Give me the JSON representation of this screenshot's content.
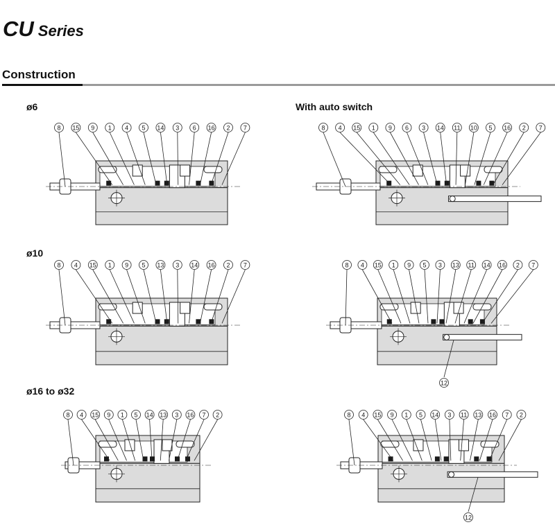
{
  "title": {
    "main": "CU",
    "sub": "Series"
  },
  "section": "Construction",
  "colors": {
    "body": "#dcdcdc",
    "dark": "#1a1a1a",
    "line": "#222222",
    "rule": "#9a9a9a"
  },
  "diagrams": [
    {
      "id": "d6",
      "label": "ø6",
      "callouts": [
        "8",
        "15",
        "9",
        "1",
        "4",
        "5",
        "14",
        "3",
        "6",
        "16",
        "2",
        "7"
      ],
      "extra": []
    },
    {
      "id": "d6a",
      "label": "With auto switch",
      "callouts": [
        "8",
        "4",
        "15",
        "1",
        "9",
        "6",
        "3",
        "14",
        "11",
        "10",
        "5",
        "16",
        "2",
        "7"
      ],
      "extra": []
    },
    {
      "id": "d10",
      "label": "ø10",
      "callouts": [
        "8",
        "4",
        "15",
        "1",
        "9",
        "5",
        "13",
        "3",
        "14",
        "16",
        "2",
        "7"
      ],
      "extra": []
    },
    {
      "id": "d10a",
      "label": "",
      "callouts": [
        "8",
        "4",
        "15",
        "1",
        "9",
        "5",
        "3",
        "13",
        "11",
        "14",
        "16",
        "2",
        "7"
      ],
      "extra": [
        "12"
      ]
    },
    {
      "id": "d16",
      "label": "ø16 to ø32",
      "callouts": [
        "8",
        "4",
        "15",
        "9",
        "1",
        "5",
        "14",
        "13",
        "3",
        "16",
        "7",
        "2"
      ],
      "extra": []
    },
    {
      "id": "d16a",
      "label": "",
      "callouts": [
        "8",
        "4",
        "15",
        "9",
        "1",
        "5",
        "14",
        "3",
        "11",
        "13",
        "16",
        "7",
        "2"
      ],
      "extra": [
        "12"
      ]
    }
  ]
}
